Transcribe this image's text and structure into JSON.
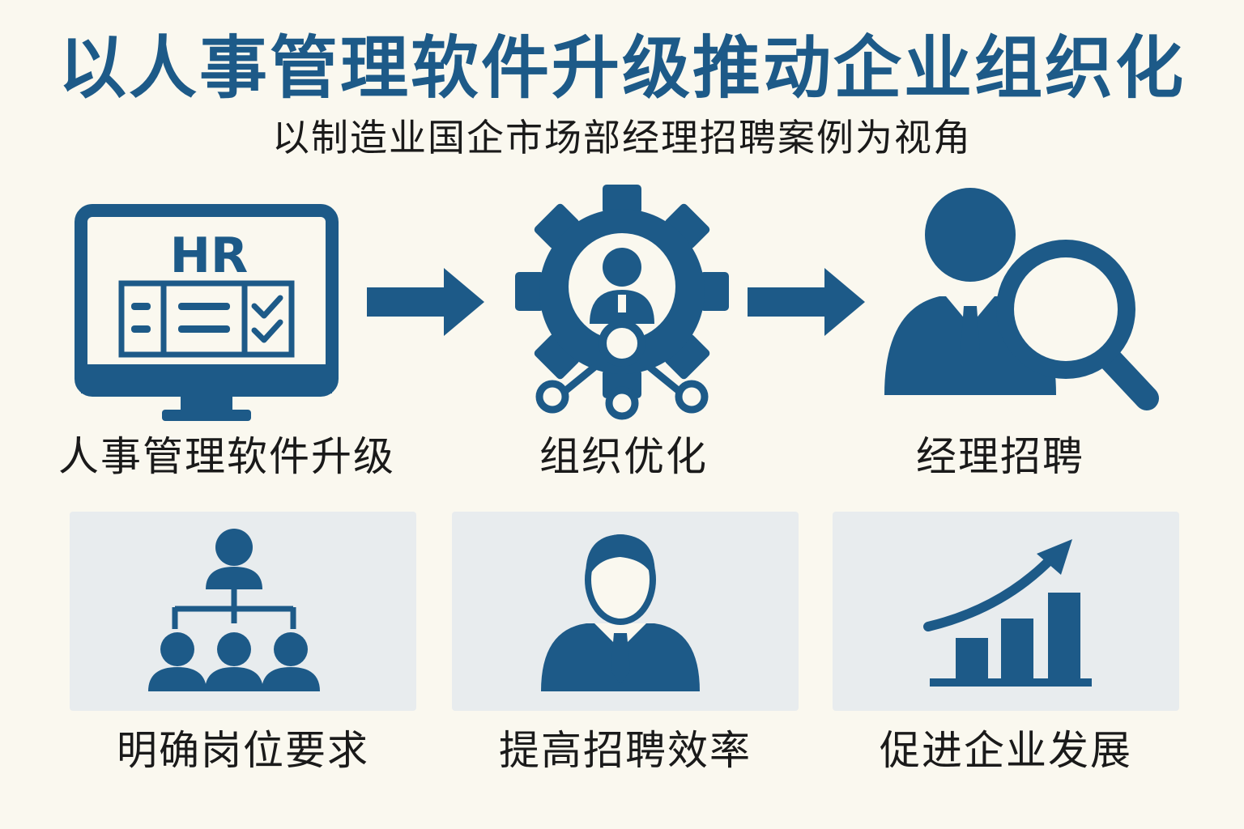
{
  "title": "以人事管理软件升级推动企业组织化",
  "subtitle": "以制造业国企市场部经理招聘案例为视角",
  "colors": {
    "primary": "#1d5a88",
    "background": "#faf8ef",
    "card": "#e8ecee",
    "text": "#1a1a1a"
  },
  "steps": [
    {
      "icon": "hr-computer-icon",
      "icon_text": "HR",
      "label": "人事管理软件升级"
    },
    {
      "icon": "gear-network-icon",
      "label": "组织优化"
    },
    {
      "icon": "person-magnifier-icon",
      "label": "经理招聘"
    }
  ],
  "outcomes": [
    {
      "icon": "org-chart-icon",
      "label": "明确岗位要求"
    },
    {
      "icon": "businessman-icon",
      "label": "提高招聘效率"
    },
    {
      "icon": "growth-chart-icon",
      "label": "促进企业发展"
    }
  ]
}
